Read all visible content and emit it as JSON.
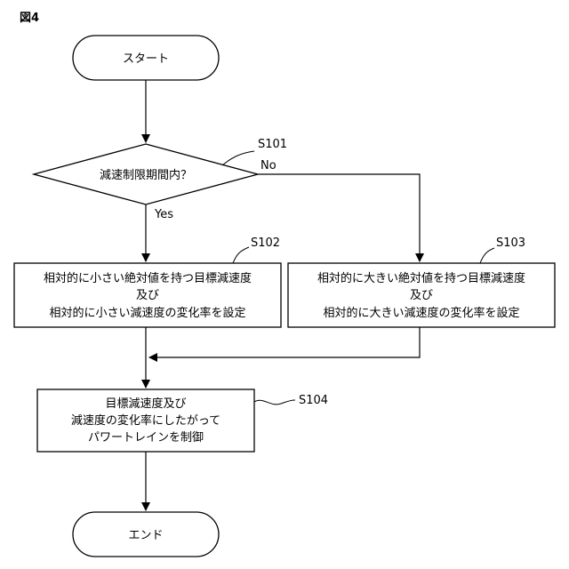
{
  "figure_label": "図4",
  "nodes": {
    "start": {
      "text": "スタート"
    },
    "decision": {
      "text": "減速制限期間内？",
      "step": "S101"
    },
    "edge_yes": "Yes",
    "edge_no": "No",
    "s102": {
      "step": "S102",
      "lines": [
        "相対的に小さい絶対値を持つ目標減速度",
        "及び",
        "相対的に小さい減速度の変化率を設定"
      ]
    },
    "s103": {
      "step": "S103",
      "lines": [
        "相対的に大きい絶対値を持つ目標減速度",
        "及び",
        "相対的に大きい減速度の変化率を設定"
      ]
    },
    "s104": {
      "step": "S104",
      "lines": [
        "目標減速度及び",
        "減速度の変化率にしたがって",
        "パワートレインを制御"
      ]
    },
    "end": {
      "text": "エンド"
    }
  }
}
